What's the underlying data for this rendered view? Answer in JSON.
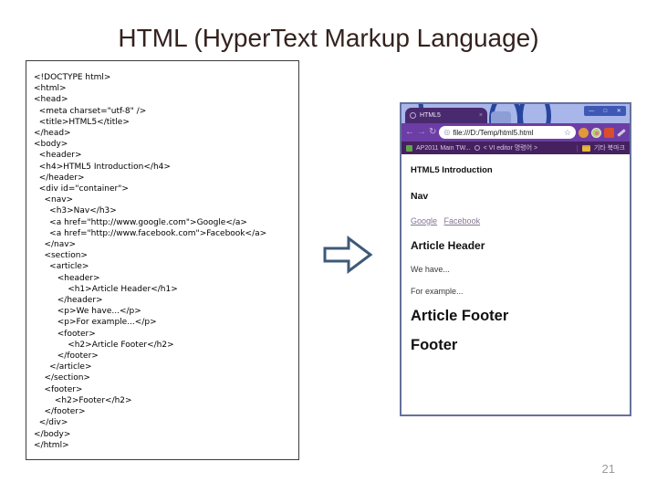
{
  "slide": {
    "title": "HTML (HyperText Markup Language)",
    "page_number": "21"
  },
  "code_panel": {
    "lines": [
      "<!DOCTYPE html>",
      "<html>",
      "<head>",
      "  <meta charset=\"utf-8\" />",
      "  <title>HTML5</title>",
      "</head>",
      "<body>",
      "  <header>",
      "  <h4>HTML5 Introduction</h4>",
      "  </header>",
      "  <div id=\"container\">",
      "    <nav>",
      "      <h3>Nav</h3>",
      "      <a href=\"http://www.google.com\">Google</a>",
      "      <a href=\"http://www.facebook.com\">Facebook</a>",
      "    </nav>",
      "    <section>",
      "      <article>",
      "         <header>",
      "             <h1>Article Header</h1>",
      "         </header>",
      "         <p>We have...</p>",
      "         <p>For example...</p>",
      "         <footer>",
      "             <h2>Article Footer</h2>",
      "         </footer>",
      "      </article>",
      "    </section>",
      "    <footer>",
      "        <h2>Footer</h2>",
      "    </footer>",
      "  </div>",
      "</body>",
      "</html>"
    ]
  },
  "browser": {
    "window_controls": {
      "minimize": "—",
      "maximize": "□",
      "close": "✕"
    },
    "tab": {
      "title": "HTML5",
      "close": "×"
    },
    "toolbar": {
      "back": "←",
      "forward": "→",
      "reload": "↻",
      "star": "☆",
      "page_icon": "◎"
    },
    "address": {
      "url": "file:///D:/Temp/html5.html"
    },
    "bookmarks_bar": {
      "items": [
        {
          "label": "AP2011 Main TW..."
        },
        {
          "label": "< VI editor 명령어 >"
        }
      ],
      "divider": "|",
      "other_bookmarks": "기타 북마크"
    },
    "page": {
      "h4": "HTML5 Introduction",
      "nav_heading": "Nav",
      "links": {
        "0": "Google",
        "1": "Facebook"
      },
      "article_header": "Article Header",
      "p1": "We have...",
      "p2": "For example...",
      "article_footer": "Article Footer",
      "footer": "Footer"
    }
  },
  "colors": {
    "browser_accent_purple": "#6d3da6",
    "bookmarks_purple": "#45215f",
    "titlebar_blue": "#a9b6ea",
    "arrow_outline": "#3d5a77",
    "link_visited": "#857593"
  }
}
